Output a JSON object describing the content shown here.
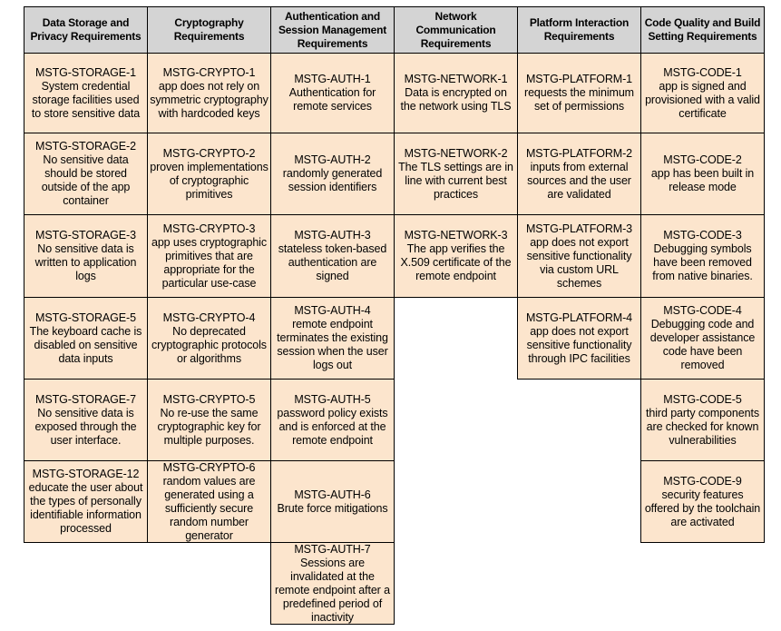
{
  "colors": {
    "header_bg": "#d4d4d4",
    "cell_bg": "#fce5cd",
    "border": "#000000",
    "text": "#000000",
    "page_bg": "#ffffff"
  },
  "table": {
    "columns": [
      {
        "key": "data-storage-privacy",
        "header": "Data Storage and Privacy Requirements",
        "cells": [
          {
            "id": "MSTG-STORAGE-1",
            "text": "System credential storage facilities used to store sensitive data"
          },
          {
            "id": "MSTG-STORAGE-2",
            "text": "No sensitive data should be stored outside of the app container"
          },
          {
            "id": "MSTG-STORAGE-3",
            "text": "No sensitive data is written to application logs"
          },
          {
            "id": "MSTG-STORAGE-5",
            "text": "The keyboard cache is disabled on sensitive data inputs"
          },
          {
            "id": "MSTG-STORAGE-7",
            "text": "No sensitive data is exposed through the user interface."
          },
          {
            "id": "MSTG-STORAGE-12",
            "text": "educate the user about the types of personally identifiable information processed"
          }
        ]
      },
      {
        "key": "cryptography",
        "header": "Cryptography Requirements",
        "cells": [
          {
            "id": "MSTG-CRYPTO-1",
            "text": "app does not rely on symmetric cryptography with hardcoded keys"
          },
          {
            "id": "MSTG-CRYPTO-2",
            "text": "proven implementations of cryptographic primitives"
          },
          {
            "id": "MSTG-CRYPTO-3",
            "text": "app uses cryptographic primitives that are appropriate for the particular use-case"
          },
          {
            "id": "MSTG-CRYPTO-4",
            "text": "No deprecated cryptographic protocols or algorithms"
          },
          {
            "id": "MSTG-CRYPTO-5",
            "text": "No re-use the same cryptographic key for multiple purposes."
          },
          {
            "id": "MSTG-CRYPTO-6",
            "text": "random values are generated using a sufficiently secure random number generator"
          }
        ]
      },
      {
        "key": "authentication-session",
        "header": "Authentication and Session Management Requirements",
        "cells": [
          {
            "id": "MSTG-AUTH-1",
            "text": "Authentication for remote services"
          },
          {
            "id": "MSTG-AUTH-2",
            "text": "randomly generated session identifiers"
          },
          {
            "id": "MSTG-AUTH-3",
            "text": "stateless token-based authentication are signed"
          },
          {
            "id": "MSTG-AUTH-4",
            "text": "remote endpoint terminates the existing session when the user logs out"
          },
          {
            "id": "MSTG-AUTH-5",
            "text": "password policy exists and is enforced at the remote endpoint"
          },
          {
            "id": "MSTG-AUTH-6",
            "text": "Brute force mitigations"
          },
          {
            "id": "MSTG-AUTH-7",
            "text": "Sessions are invalidated at the remote endpoint after a predefined period of inactivity"
          }
        ]
      },
      {
        "key": "network-communication",
        "header": "Network Communication Requirements",
        "cells": [
          {
            "id": "MSTG-NETWORK-1",
            "text": "Data is encrypted on the network using TLS"
          },
          {
            "id": "MSTG-NETWORK-2",
            "text": "The TLS settings are in line with current best practices"
          },
          {
            "id": "MSTG-NETWORK-3",
            "text": "The app verifies the X.509 certificate of the remote endpoint"
          }
        ]
      },
      {
        "key": "platform-interaction",
        "header": "Platform Interaction Requirements",
        "cells": [
          {
            "id": "MSTG-PLATFORM-1",
            "text": "requests the minimum set of permissions"
          },
          {
            "id": "MSTG-PLATFORM-2",
            "text": "inputs from external sources and the user are validated"
          },
          {
            "id": "MSTG-PLATFORM-3",
            "text": "app does not export sensitive functionality via custom URL schemes"
          },
          {
            "id": "MSTG-PLATFORM-4",
            "text": "app does not export sensitive functionality through IPC facilities"
          }
        ]
      },
      {
        "key": "code-quality-build",
        "header": "Code Quality and Build Setting Requirements",
        "cells": [
          {
            "id": "MSTG-CODE-1",
            "text": "app is signed and provisioned with a valid certificate"
          },
          {
            "id": "MSTG-CODE-2",
            "text": "app has been built in release mode"
          },
          {
            "id": "MSTG-CODE-3",
            "text": "Debugging symbols have been removed from native binaries."
          },
          {
            "id": "MSTG-CODE-4",
            "text": "Debugging code and developer assistance code have been removed"
          },
          {
            "id": "MSTG-CODE-5",
            "text": "third party components are checked for known vulnerabilities"
          },
          {
            "id": "MSTG-CODE-9",
            "text": "security features offered by the toolchain are activated"
          }
        ]
      }
    ]
  }
}
